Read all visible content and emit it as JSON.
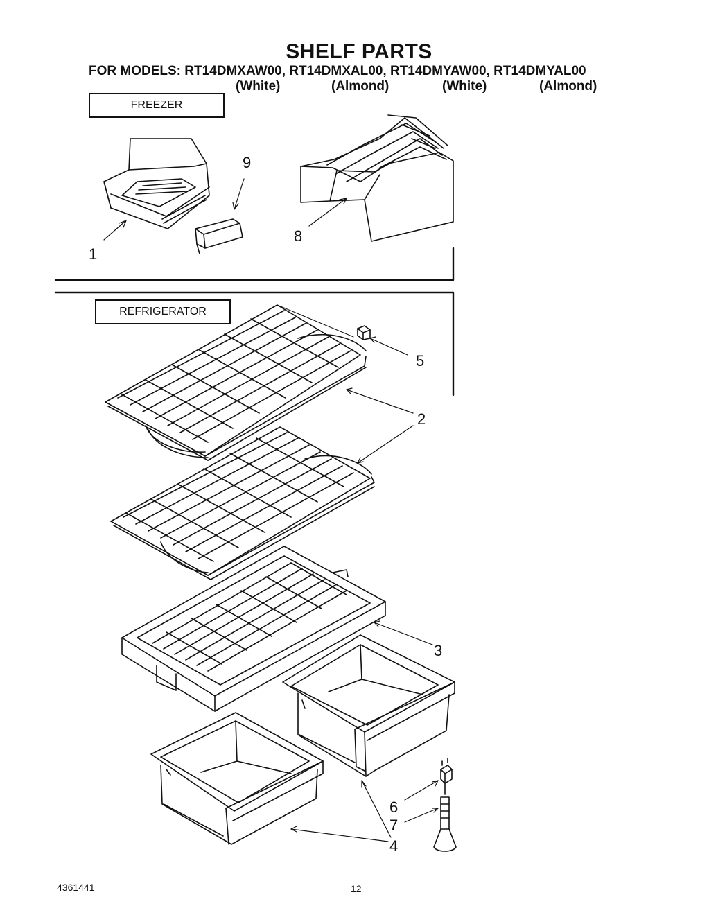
{
  "header": {
    "title": "SHELF PARTS",
    "models_line": "FOR MODELS: RT14DMXAW00, RT14DMXAL00, RT14DMYAW00, RT14DMYAL00",
    "colors": [
      "(White)",
      "(Almond)",
      "(White)",
      "(Almond)"
    ]
  },
  "sections": {
    "freezer": "FREEZER",
    "refrigerator": "REFRIGERATOR"
  },
  "callouts": {
    "c1": "1",
    "c2": "2",
    "c3": "3",
    "c4": "4",
    "c5": "5",
    "c6": "6",
    "c7": "7",
    "c8": "8",
    "c9": "9"
  },
  "footer": {
    "doc_number": "4361441",
    "page_number": "12"
  }
}
